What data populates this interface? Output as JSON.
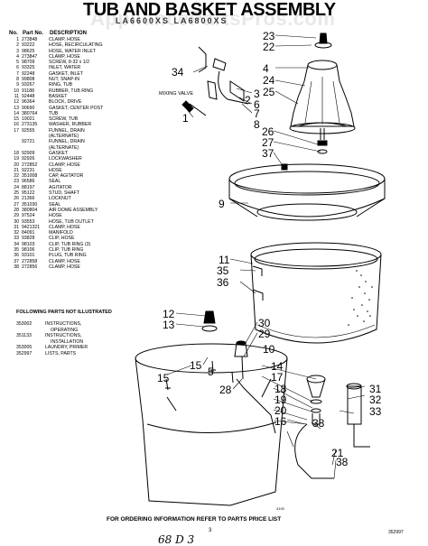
{
  "title": "TUB AND BASKET ASSEMBLY",
  "subtitle": "LA6600XS  LA6800XS",
  "watermark": "AppliancePartsPros.com",
  "headers": {
    "no": "No.",
    "part_no": "Part No.",
    "description": "DESCRIPTION"
  },
  "parts": [
    {
      "no": "1",
      "pn": "273848",
      "desc": "CLAMP, HOSE"
    },
    {
      "no": "2",
      "pn": "93222",
      "desc": "HOSE, RECIRCULATING"
    },
    {
      "no": "3",
      "pn": "98625",
      "desc": "HOSE, WATER INLET"
    },
    {
      "no": "4",
      "pn": "273847",
      "desc": "CLAMP, HOSE"
    },
    {
      "no": "5",
      "pn": "98709",
      "desc": "SCREW, 8-32 x 1/2"
    },
    {
      "no": "6",
      "pn": "93325",
      "desc": "INLET, WATER"
    },
    {
      "no": "7",
      "pn": "92248",
      "desc": "GASKET, INLET"
    },
    {
      "no": "8",
      "pn": "99808",
      "desc": "NUT, SNAP-IN"
    },
    {
      "no": "9",
      "pn": "93267",
      "desc": "RING, TUB"
    },
    {
      "no": "10",
      "pn": "91188",
      "desc": "RUBBER, TUB RING"
    },
    {
      "no": "11",
      "pn": "92448",
      "desc": "BASKET"
    },
    {
      "no": "12",
      "pn": "96364",
      "desc": "BLOCK, DRIVE"
    },
    {
      "no": "13",
      "pn": "90690",
      "desc": "GASKET, CENTER POST"
    },
    {
      "no": "14",
      "pn": "380764",
      "desc": "TUB"
    },
    {
      "no": "15",
      "pn": "19021",
      "desc": "SCREW, TUB"
    },
    {
      "no": "16",
      "pn": "273135",
      "desc": "WASHER, RUBBER"
    },
    {
      "no": "17",
      "pn": "92555",
      "desc": "FUNNEL, DRAIN"
    },
    {
      "no": "",
      "pn": "",
      "desc": "(ALTERNATE)"
    },
    {
      "no": "",
      "pn": "92721",
      "desc": "FUNNEL, DRAIN"
    },
    {
      "no": "",
      "pn": "",
      "desc": "(ALTERNATE)"
    },
    {
      "no": "18",
      "pn": "92909",
      "desc": "GASKET"
    },
    {
      "no": "19",
      "pn": "92926",
      "desc": "LOCKWASHER"
    },
    {
      "no": "20",
      "pn": "272852",
      "desc": "CLAMP, HOSE"
    },
    {
      "no": "21",
      "pn": "92231",
      "desc": "HOSE"
    },
    {
      "no": "22",
      "pn": "351008",
      "desc": "CAP, AGITATOR"
    },
    {
      "no": "23",
      "pn": "96586",
      "desc": "SEAL"
    },
    {
      "no": "24",
      "pn": "88197",
      "desc": "AGITATOR"
    },
    {
      "no": "25",
      "pn": "95122",
      "desc": "STUD, SHAFT"
    },
    {
      "no": "26",
      "pn": "21366",
      "desc": "LOCKNUT"
    },
    {
      "no": "27",
      "pn": "351030",
      "desc": "SEAL"
    },
    {
      "no": "28",
      "pn": "380804",
      "desc": "AIR DOME ASSEMBLY"
    },
    {
      "no": "29",
      "pn": "97524",
      "desc": "HOSE"
    },
    {
      "no": "30",
      "pn": "93553",
      "desc": "HOSE, TUB OUTLET"
    },
    {
      "no": "31",
      "pn": "9421321",
      "desc": "CLAMP, HOSE"
    },
    {
      "no": "32",
      "pn": "84091",
      "desc": "MANIFOLD"
    },
    {
      "no": "33",
      "pn": "93828",
      "desc": "CLIP, HOSE"
    },
    {
      "no": "34",
      "pn": "98103",
      "desc": "CLIP, TUB RING (3)"
    },
    {
      "no": "35",
      "pn": "98106",
      "desc": "CLIP, TUB RING"
    },
    {
      "no": "36",
      "pn": "93101",
      "desc": "PLUG, TUB RING"
    },
    {
      "no": "37",
      "pn": "272858",
      "desc": "CLAMP, HOSE"
    },
    {
      "no": "38",
      "pn": "272856",
      "desc": "CLAMP, HOSE"
    }
  ],
  "following_heading": "FOLLOWING PARTS NOT ILLUSTRATED",
  "not_illustrated": [
    {
      "pn": "353002",
      "lines": [
        "INSTRUCTIONS,",
        "OPERATING"
      ]
    },
    {
      "pn": "351133",
      "lines": [
        "INSTRUCTIONS,",
        "INSTALLATION"
      ]
    },
    {
      "pn": "353005",
      "lines": [
        "LAUNDRY, PRIMER"
      ]
    },
    {
      "pn": "352997",
      "lines": [
        "LISTS, PARTS"
      ]
    }
  ],
  "mixing_valve_label": "MIXING VALVE",
  "callouts": [
    "1",
    "2",
    "3",
    "4",
    "5",
    "6",
    "7",
    "8",
    "9",
    "10",
    "11",
    "12",
    "13",
    "14",
    "15",
    "16",
    "17",
    "18",
    "19",
    "20",
    "21",
    "22",
    "23",
    "24",
    "25",
    "26",
    "27",
    "28",
    "29",
    "30",
    "31",
    "32",
    "33",
    "34",
    "35",
    "36",
    "37",
    "38"
  ],
  "footer": "FOR ORDERING INFORMATION REFER TO PARTS PRICE LIST",
  "page_number": "3",
  "handwritten": "68 D 3",
  "doc_number": "352997",
  "small_note": "4100"
}
